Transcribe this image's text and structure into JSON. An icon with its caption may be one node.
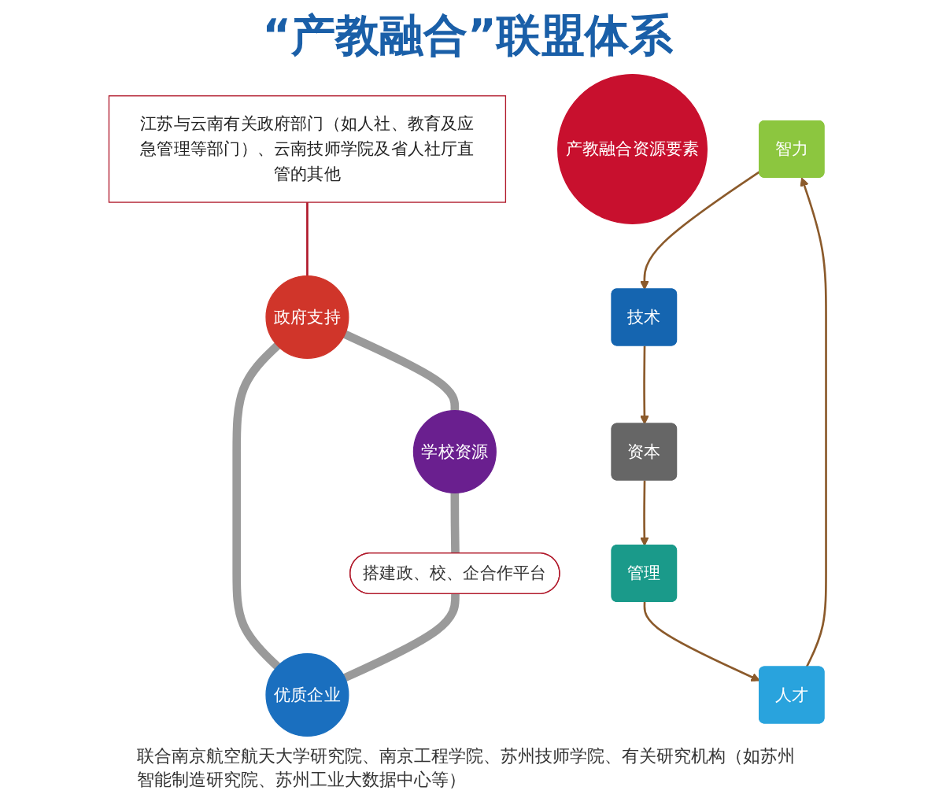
{
  "diagram": {
    "title": "“产教融合”联盟体系",
    "nodes": [
      {
        "text": [
          "江苏与云南有关政府部门（如人社、教育及应急管理等部门）、云南技师学院及省人社厅直管的其他"
        ]
      },
      {
        "text": [
          "政府支持"
        ]
      },
      {
        "text": [
          "学校资源"
        ]
      },
      {
        "text": [
          "优质企业"
        ]
      },
      {
        "text": [
          "搭建政、校、企合作平台"
        ]
      },
      {
        "text": [
          "产教融合资源要素"
        ]
      },
      {
        "text": [
          "智力"
        ]
      },
      {
        "text": [
          "技术"
        ]
      },
      {
        "text": [
          "资本"
        ]
      },
      {
        "text": [
          "管理"
        ]
      },
      {
        "text": [
          "人才"
        ]
      }
    ],
    "edges": [
      {
        "from": 0,
        "to": 1,
        "arrow": "none",
        "color": "#b0182a"
      },
      {
        "from": 1,
        "to": 2,
        "arrow": "none",
        "style": "thick",
        "color": "#9a9a9a"
      },
      {
        "from": 1,
        "to": 3,
        "arrow": "none",
        "style": "thick",
        "color": "#9a9a9a"
      },
      {
        "from": 2,
        "to": 4,
        "arrow": "none",
        "style": "thick",
        "color": "#9a9a9a"
      },
      {
        "from": 4,
        "to": 3,
        "arrow": "none",
        "style": "thick",
        "color": "#9a9a9a"
      },
      {
        "from": 6,
        "to": 7,
        "arrow": "to",
        "color": "#8b5a2b"
      },
      {
        "from": 7,
        "to": 8,
        "arrow": "to",
        "color": "#8b5a2b"
      },
      {
        "from": 8,
        "to": 9,
        "arrow": "to",
        "color": "#8b5a2b"
      },
      {
        "from": 9,
        "to": 10,
        "arrow": "to",
        "color": "#8b5a2b"
      },
      {
        "from": 10,
        "to": 6,
        "arrow": "to",
        "color": "#8b5a2b"
      }
    ],
    "labels": [
      "联合南京航空航天大学研究院、南京工程学院、苏州技师学院、有关研究机构（如苏州智能制造研究院、苏州工业大数据中心等）"
    ]
  }
}
